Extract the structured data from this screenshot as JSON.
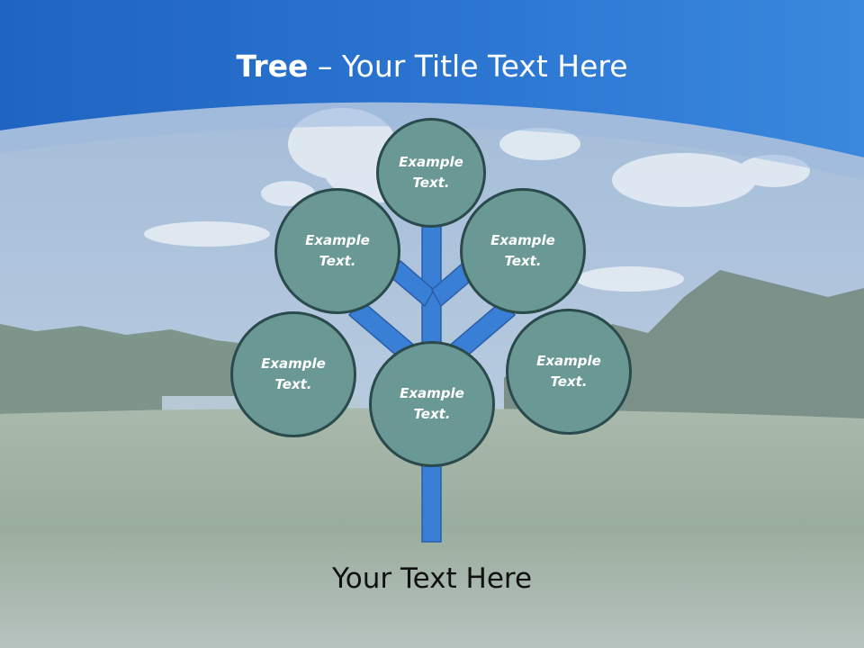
{
  "slide": {
    "title_bold": "Tree",
    "title_rest": " – Your Title Text Here",
    "caption": "Your Text Here"
  },
  "nodes": [
    {
      "label": "Example Text."
    },
    {
      "label": "Example Text."
    },
    {
      "label": "Example Text."
    },
    {
      "label": "Example Text."
    },
    {
      "label": "Example Text."
    },
    {
      "label": "Example Text."
    }
  ],
  "colors": {
    "header_blue": "#2f7fd6",
    "node_fill": "#6a9894",
    "node_border": "#2a4a4c",
    "trunk_blue": "#3a7fd6"
  }
}
